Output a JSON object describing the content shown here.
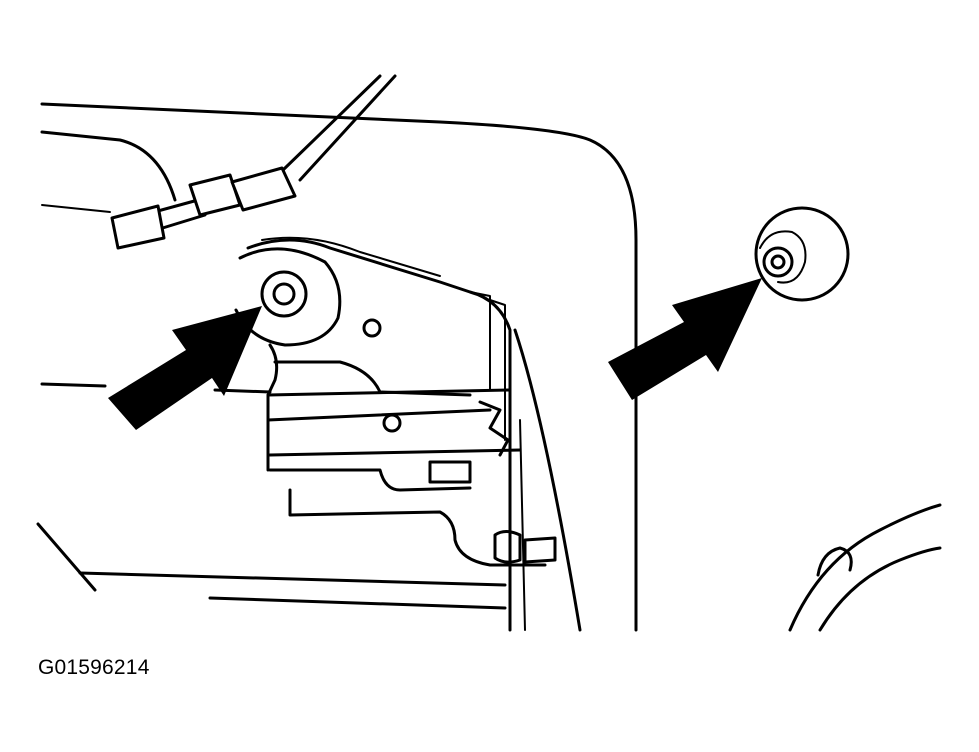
{
  "figure": {
    "code": "G01596214",
    "ink_color": "#000000",
    "background_color": "#ffffff"
  },
  "callouts": [
    {
      "target": "left-pivot-bolt",
      "icon": "arrow-icon"
    },
    {
      "target": "right-cover-bolt",
      "icon": "arrow-icon"
    }
  ]
}
